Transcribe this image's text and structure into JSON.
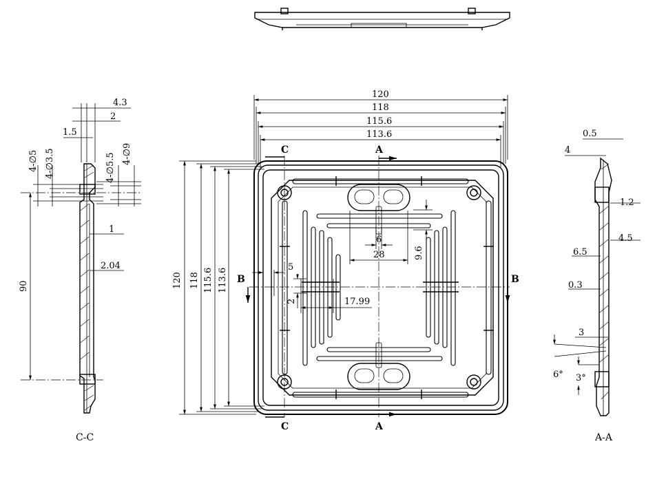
{
  "drawing": {
    "views": {
      "top": {},
      "front": {
        "width_dims": [
          "120",
          "118",
          "115.6",
          "113.6"
        ],
        "height_dims": [
          "120",
          "118",
          "115.6",
          "113.6"
        ],
        "inner_dims": [
          "6",
          "28",
          "9.6",
          "5",
          "2",
          "17.99"
        ],
        "section_labels": {
          "c_top": "C",
          "c_bottom": "C",
          "a_top": "A",
          "a_bottom": "A",
          "b_left": "B",
          "b_right": "B"
        }
      },
      "section_cc": {
        "caption": "C-C",
        "dims": [
          "4.3",
          "2",
          "1.5",
          "4-∅5",
          "4-∅3.5",
          "4-∅5.5",
          "4-∅9",
          "1",
          "2.04",
          "90"
        ]
      },
      "section_aa": {
        "caption": "A-A",
        "dims": [
          "0.5",
          "4",
          "1.2",
          "4.5",
          "6.5",
          "0.3",
          "3",
          "6°",
          "3°"
        ]
      }
    }
  }
}
